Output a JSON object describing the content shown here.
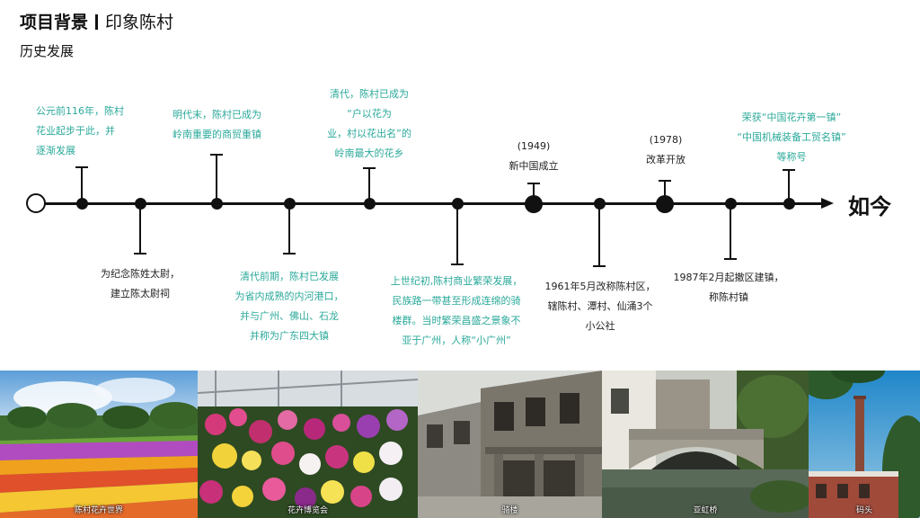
{
  "header": {
    "title_bold": "项目背景",
    "title_rest": "印象陈村",
    "subtitle": "历史发展"
  },
  "timeline": {
    "end_label": "如今",
    "above": [
      {
        "lines": [
          "公元前116年，陈村",
          "花业起步于此，并",
          "逐渐发展"
        ]
      },
      {
        "lines": [
          "明代末，陈村已成为",
          "岭南重要的商贸重镇"
        ]
      },
      {
        "lines": [
          "清代，陈村已成为",
          "“户以花为",
          "业，村以花出名”的",
          "岭南最大的花乡"
        ]
      },
      {
        "lines": [
          "(1949)",
          "新中国成立"
        ]
      },
      {
        "lines": [
          "(1978)",
          "改革开放"
        ]
      },
      {
        "lines": [
          "荣获“中国花卉第一镇”",
          "“中国机械装备工贸名镇”",
          "等称号"
        ]
      }
    ],
    "below": [
      {
        "lines": [
          "为纪念陈姓太尉，",
          "建立陈太尉祠"
        ]
      },
      {
        "lines": [
          "清代前期，陈村已发展",
          "为省内成熟的内河港口，",
          "并与广州、佛山、石龙",
          "并称为广东四大镇"
        ]
      },
      {
        "lines": [
          "上世纪初,陈村商业繁荣发展，",
          "民族路一带甚至形成连绵的骑",
          "楼群。当时繁荣昌盛之景象不",
          "亚于广州，人称“小广州”"
        ]
      },
      {
        "lines": [
          "1961年5月改称陈村区，",
          "辖陈村、潭村、仙涌3个",
          "小公社"
        ]
      },
      {
        "lines": [
          "1987年2月起撤区建镇，",
          "称陈村镇"
        ]
      }
    ]
  },
  "photos": [
    {
      "caption": "陈村花卉世界"
    },
    {
      "caption": "花卉博览会"
    },
    {
      "caption": "骑楼"
    },
    {
      "caption": "亚虹桥"
    },
    {
      "caption": "码头"
    }
  ],
  "colors": {
    "teal": "#2ba99a",
    "dark": "#111111"
  }
}
